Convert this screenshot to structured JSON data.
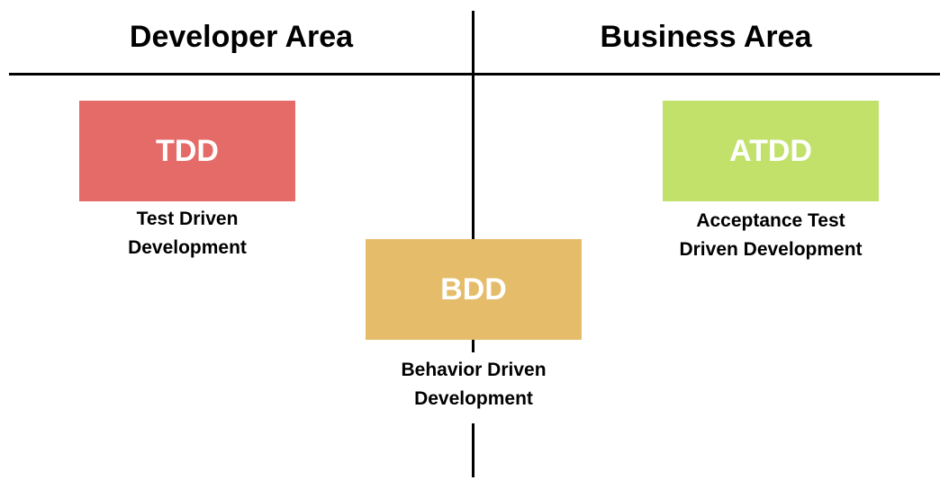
{
  "headings": {
    "developer": "Developer Area",
    "business": "Business Area"
  },
  "boxes": {
    "tdd": {
      "label": "TDD",
      "color": "#e46b67",
      "caption_line1": "Test Driven",
      "caption_line2": "Development"
    },
    "bdd": {
      "label": "BDD",
      "color": "#e5bc6a",
      "caption_line1": "Behavior Driven",
      "caption_line2": "Development"
    },
    "atdd": {
      "label": "ATDD",
      "color": "#c1e16b",
      "caption_line1": "Acceptance Test",
      "caption_line2": "Driven Development"
    }
  }
}
